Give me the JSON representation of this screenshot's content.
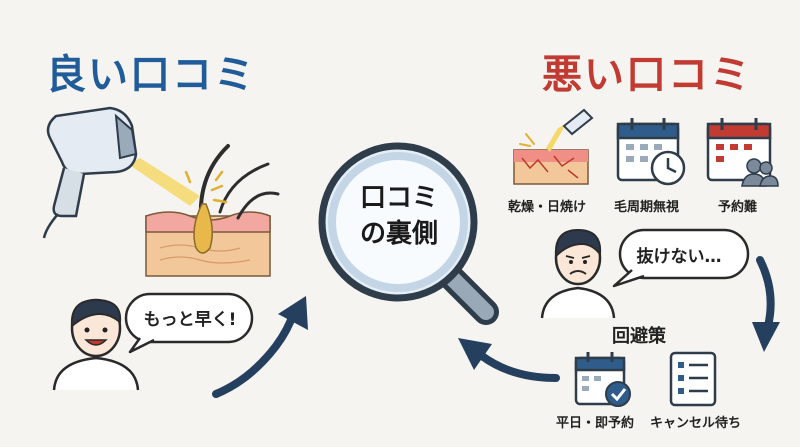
{
  "good": {
    "title": "良い口コミ",
    "speech": "もっと早く!"
  },
  "bad": {
    "title": "悪い口コミ",
    "items": [
      {
        "label": "乾燥・日焼け",
        "icon": "skin-laser-icon"
      },
      {
        "label": "毛周期無視",
        "icon": "calendar-clock-icon"
      },
      {
        "label": "予約難",
        "icon": "calendar-crowd-icon"
      }
    ],
    "speech": "抜けない…"
  },
  "center": {
    "line1": "口コミ",
    "line2": "の裏側"
  },
  "avoid": {
    "title": "回避策",
    "items": [
      {
        "label": "平日・即予約",
        "icon": "calendar-check-icon"
      },
      {
        "label": "キャンセル待ち",
        "icon": "checklist-icon"
      }
    ]
  },
  "colors": {
    "good": "#1f5c99",
    "bad": "#c23b32",
    "arrow": "#25405f",
    "background": "#f5f4f0"
  }
}
